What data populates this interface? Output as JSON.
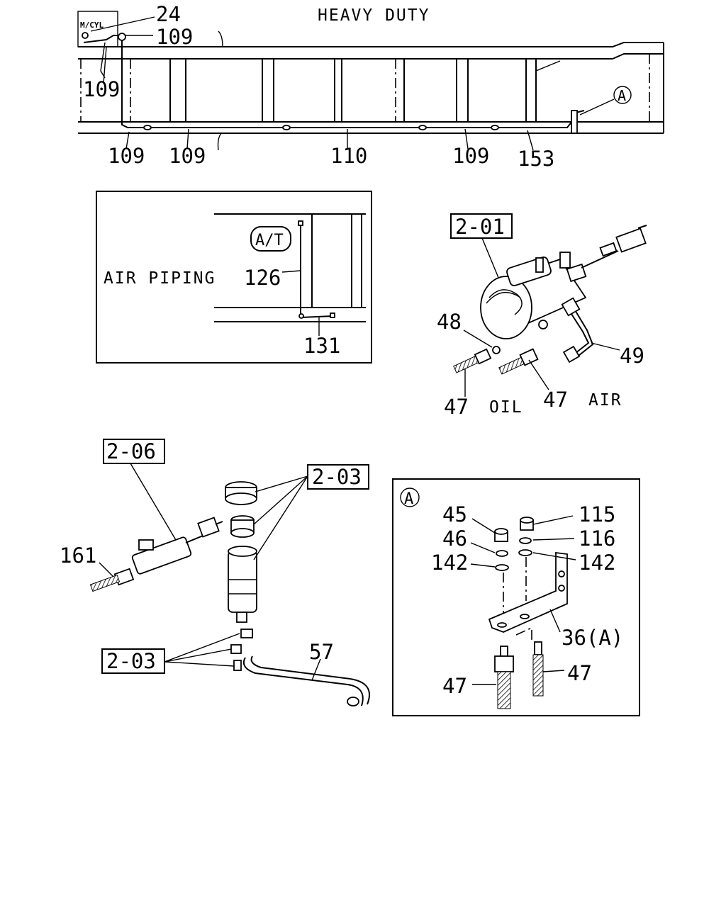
{
  "title": "HEAVY DUTY",
  "frame_labels": {
    "m_cyl": "M/CYL",
    "c24": "24",
    "c109_top": "109",
    "c109_left": "109",
    "c109_b1": "109",
    "c109_b2": "109",
    "c110": "110",
    "c109_b3": "109",
    "c153": "153",
    "callout_a": "A"
  },
  "air_piping": {
    "title": "AIR PIPING",
    "at_badge": "A/T",
    "c126": "126",
    "c131": "131"
  },
  "booster": {
    "ref": "2-01",
    "c48": "48",
    "c49": "49",
    "c47_oil": "47",
    "oil": "OIL",
    "c47_air": "47",
    "air": "AIR"
  },
  "master_cylinder": {
    "ref_206": "2-06",
    "ref_203_top": "2-03",
    "ref_203_bottom": "2-03",
    "c161": "161",
    "c57": "57"
  },
  "detail_a": {
    "badge": "A",
    "c45": "45",
    "c46": "46",
    "c142_left": "142",
    "c115": "115",
    "c116": "116",
    "c142_right": "142",
    "c36": "36(A)",
    "c47_left": "47",
    "c47_right": "47"
  }
}
